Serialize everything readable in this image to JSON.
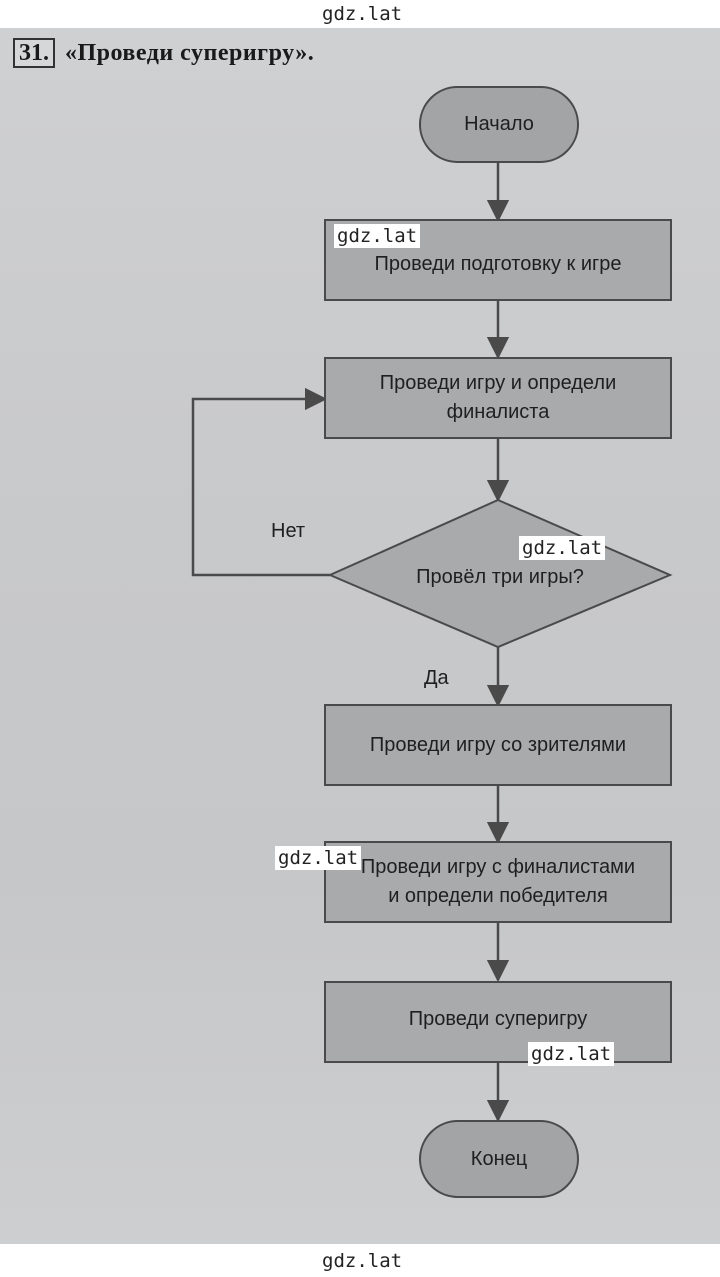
{
  "watermark": "gdz.lat",
  "heading": {
    "number": "31.",
    "title": "«Проведи суперигру»."
  },
  "flowchart": {
    "start": "Начало",
    "step_prepare": "Проведи подготовку к игре",
    "step_game_line1": "Проведи игру и определи",
    "step_game_line2": "финалиста",
    "decision": "Провёл три игры?",
    "no_label": "Нет",
    "yes_label": "Да",
    "step_audience": "Проведи игру со зрителями",
    "step_finalists_line1": "Проведи игру с финалистами",
    "step_finalists_line2": "и определи победителя",
    "step_supergame": "Проведи суперигру",
    "end": "Конец"
  },
  "colors": {
    "box_fill": "#a9aaac",
    "terminal_fill": "#a3a4a6",
    "outline": "#4a4a4a"
  }
}
